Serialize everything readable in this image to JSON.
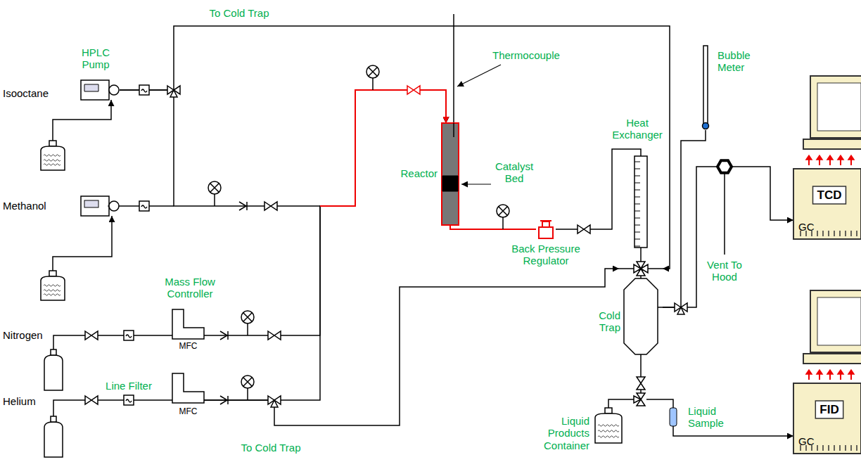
{
  "diagram": {
    "nodes": [
      {
        "text": [
          "Isooctane"
        ]
      },
      {
        "text": [
          "HPLC Pump"
        ]
      },
      {
        "text": [
          "Methanol"
        ]
      },
      {
        "text": [
          "Nitrogen"
        ]
      },
      {
        "text": [
          "Mass Flow Controller",
          "MFC"
        ]
      },
      {
        "text": [
          "Helium"
        ]
      },
      {
        "text": [
          "MFC"
        ]
      },
      {
        "text": [
          "Reactor"
        ]
      },
      {
        "text": [
          "Back Pressure Regulator"
        ]
      },
      {
        "text": [
          "Heat Exchanger"
        ]
      },
      {
        "text": [
          "Cold Trap"
        ]
      },
      {
        "text": [
          "Bubble Meter"
        ]
      },
      {
        "text": [
          "TCD",
          "GC"
        ]
      },
      {
        "text": [
          "Liquid Products Container"
        ]
      },
      {
        "text": [
          "FID",
          "GC"
        ]
      }
    ],
    "edges": [
      {
        "from": 0,
        "to": 1,
        "arrow": "to"
      },
      {
        "from": 1,
        "to": 7,
        "arrow": "to"
      },
      {
        "from": 3,
        "to": 4,
        "arrow": "none"
      },
      {
        "from": 4,
        "to": 7,
        "arrow": "to"
      },
      {
        "from": 5,
        "to": 6,
        "arrow": "none"
      },
      {
        "from": 6,
        "to": 7,
        "arrow": "to"
      },
      {
        "from": 7,
        "to": 8,
        "arrow": "none"
      },
      {
        "from": 8,
        "to": 9,
        "arrow": "none"
      },
      {
        "from": 9,
        "to": 10,
        "arrow": "none"
      },
      {
        "from": 1,
        "to": 10,
        "arrow": "to"
      },
      {
        "from": 6,
        "to": 10,
        "arrow": "to"
      },
      {
        "from": 10,
        "to": 13,
        "arrow": "none"
      },
      {
        "from": 10,
        "to": 11,
        "arrow": "none"
      },
      {
        "from": 10,
        "to": 12,
        "arrow": "to"
      }
    ],
    "labels": [
      "To Cold Trap",
      "Thermocouple",
      "Catalyst Bed",
      "Line Filter",
      "Vent To Hood",
      "Liquid Sample",
      "To Cold Trap"
    ]
  }
}
